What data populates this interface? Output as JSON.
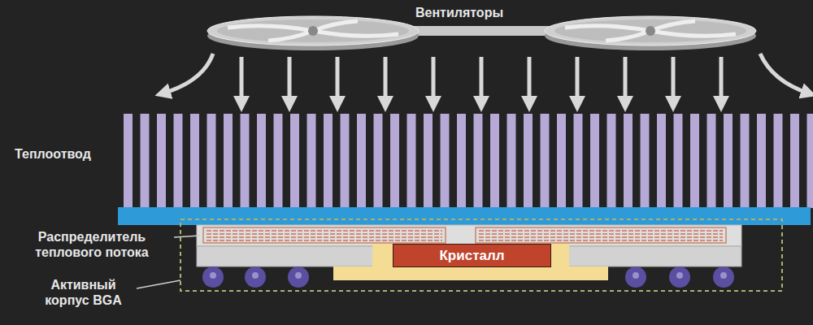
{
  "diagram": {
    "nodes": [
      {
        "text": [
          "Кристалл"
        ]
      }
    ],
    "labels": [
      "Вентиляторы",
      "Теплоотвод",
      "Распределитель теплового потока",
      "Активный корпус BGA"
    ]
  }
}
